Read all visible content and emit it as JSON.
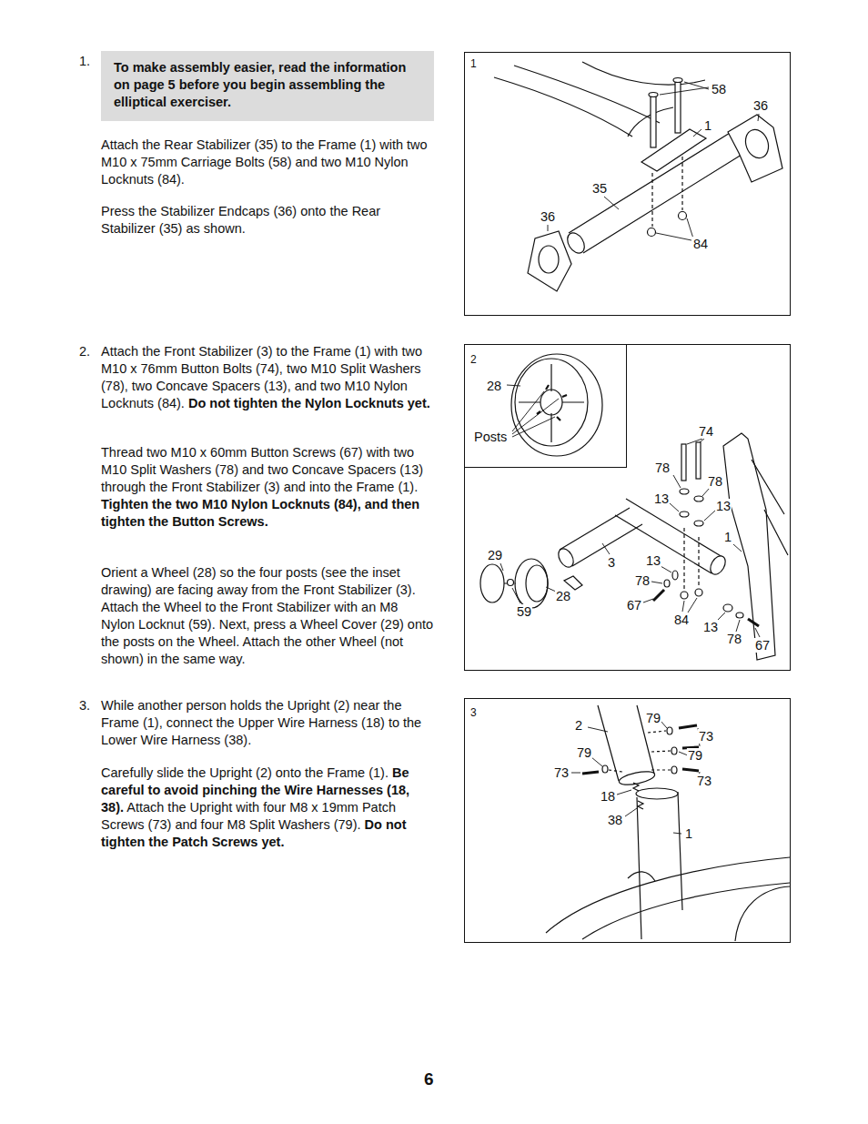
{
  "diagram": {
    "nodes": [
      {
        "text": [
          "To make assembly easier, read the information on page 5 before you begin assembling the elliptical exerciser."
        ]
      },
      {
        "text": [
          "1"
        ]
      },
      {
        "text": [
          "2"
        ]
      },
      {
        "text": [
          "28",
          "Posts"
        ],
        "in": 2
      },
      {
        "text": [
          "3"
        ]
      }
    ],
    "labels": [
      "1.",
      "Attach the Rear Stabilizer (35) to the Frame (1) with two M10 x 75mm Carriage Bolts (58) and two M10 Nylon Locknuts (84).",
      "Press the Stabilizer Endcaps (36) onto the Rear Stabilizer (35) as shown.",
      "2.",
      "Attach the Front Stabilizer (3) to the Frame (1) with two M10 x 76mm Button Bolts (74), two M10 Split Washers (78), two Concave Spacers (13), and two M10 Nylon Locknuts (84).",
      "Do not tighten the Nylon Locknuts yet.",
      "Thread two M10 x 60mm Button Screws (67) with two M10 Split Washers (78) and two Concave Spacers (13) through the Front Stabilizer (3) and into the Frame (1).",
      "Tighten the two M10 Nylon Locknuts (84), and then tighten the Button Screws.",
      "Orient a Wheel (28) so the four posts (see the inset drawing) are facing away from the Front Stabilizer (3). Attach the Wheel to the Front Stabilizer with an M8 Nylon Locknut (59). Next, press a Wheel Cover (29) onto the posts on the Wheel. Attach the other Wheel (not shown) in the same way.",
      "3.",
      "While another person holds the Upright (2) near the Frame (1), connect the Upper Wire Harness (18) to the Lower Wire Harness (38).",
      "Carefully slide the Upright (2) onto the Frame (1).",
      "Be careful to avoid pinching the Wire Harnesses (18, 38).",
      "Attach the Upright with four M8 x 19mm Patch Screws (73) and four M8 Split Washers (79).",
      "Do not tighten the Patch Screws yet.",
      "6",
      "58",
      "36",
      "1",
      "35",
      "36",
      "84",
      "74",
      "78",
      "78",
      "13",
      "13",
      "1",
      "29",
      "3",
      "13",
      "78",
      "28",
      "67",
      "59",
      "84",
      "13",
      "78",
      "67",
      "79",
      "2",
      "73",
      "79",
      "79",
      "73",
      "73",
      "18",
      "38",
      "1"
    ]
  }
}
